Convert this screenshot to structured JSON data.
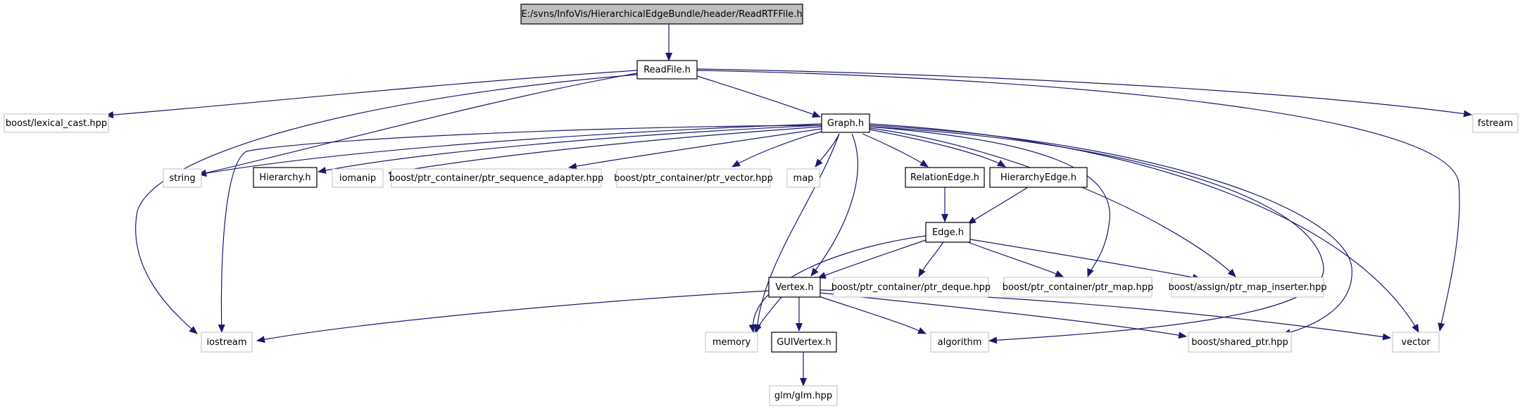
{
  "colors": {
    "edge": "#191970",
    "main_fill": "#bfbfbf",
    "doc_border": "#000000",
    "ext_border": "#bfbfbf",
    "text": "#000000"
  },
  "nodes": {
    "root": "E:/svns/InfoVis/HierarchicalEdgeBundle/header/ReadRTFFile.h",
    "readfile": "ReadFile.h",
    "lexical": "boost/lexical_cast.hpp",
    "fstream": "fstream",
    "graph": "Graph.h",
    "string": "string",
    "hierarchy": "Hierarchy.h",
    "iomanip": "iomanip",
    "seqadapter": "boost/ptr_container/ptr_sequence_adapter.hpp",
    "ptrvector": "boost/ptr_container/ptr_vector.hpp",
    "map": "map",
    "relationedge": "RelationEdge.h",
    "hierarchyedge": "HierarchyEdge.h",
    "edge": "Edge.h",
    "vertex": "Vertex.h",
    "ptrdeque": "boost/ptr_container/ptr_deque.hpp",
    "ptrmap": "boost/ptr_container/ptr_map.hpp",
    "mapinserter": "boost/assign/ptr_map_inserter.hpp",
    "iostream": "iostream",
    "memory": "memory",
    "guivertex": "GUIVertex.h",
    "algorithm": "algorithm",
    "sharedptr": "boost/shared_ptr.hpp",
    "vector": "vector",
    "glm": "glm/glm.hpp"
  }
}
